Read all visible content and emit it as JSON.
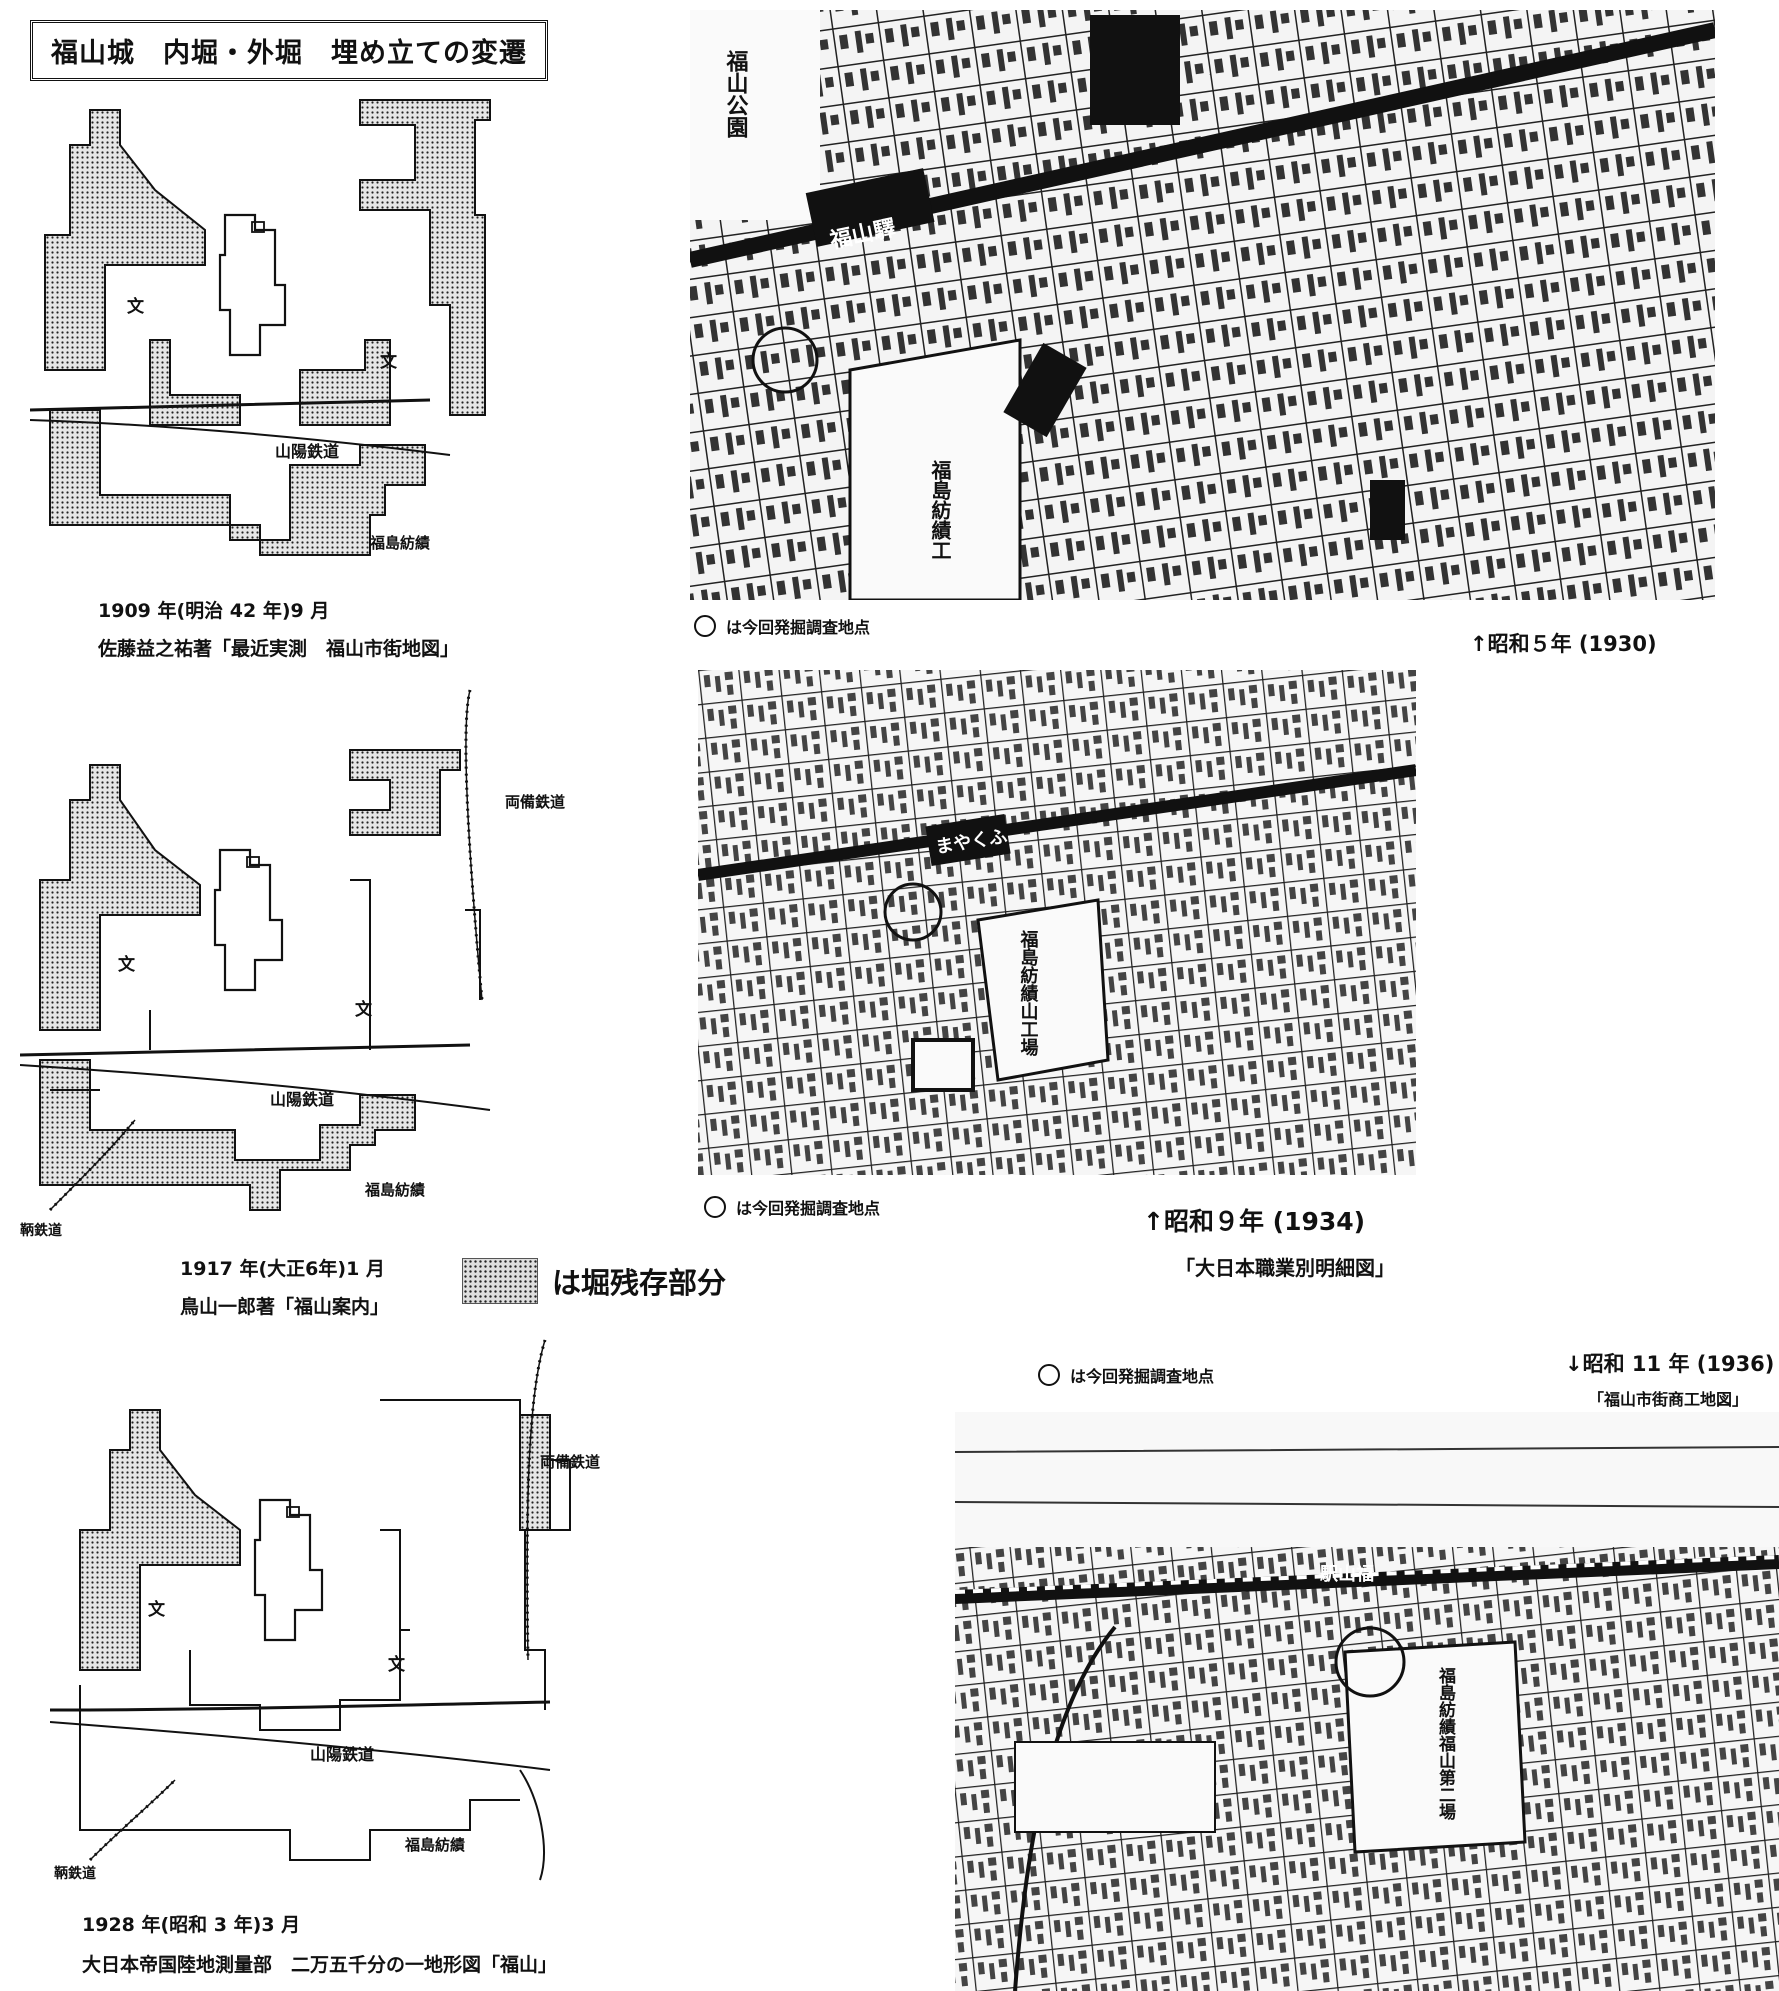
{
  "title": "福山城　内堀・外堀　埋め立ての変遷",
  "plans": [
    {
      "date": "1909 年(明治 42 年)9 月",
      "source": "佐藤益之祐著「最近実測　福山市街地図」",
      "labels": {
        "school_left": "文",
        "school_right": "文",
        "railway": "山陽鉄道",
        "factory": "福島紡績"
      }
    },
    {
      "date": "1917 年(大正6年)1 月",
      "source": "鳥山一郎著「福山案内」",
      "labels": {
        "school_left": "文",
        "school_right": "文",
        "railway": "山陽鉄道",
        "factory": "福島紡績",
        "ryobi": "両備鉄道",
        "tomo": "鞆鉄道"
      }
    },
    {
      "date": "1928 年(昭和 3 年)3 月",
      "source": "大日本帝国陸地測量部　二万五千分の一地形図「福山」",
      "labels": {
        "school_left": "文",
        "school_right": "文",
        "railway": "山陽鉄道",
        "factory": "福島紡績",
        "ryobi": "両備鉄道",
        "tomo": "鞆鉄道"
      }
    }
  ],
  "legend": {
    "text": "は堀残存部分"
  },
  "old_maps": [
    {
      "era": "↑昭和５年 (1930)",
      "note": "は今回発掘調査地点",
      "labels": {
        "park": "福山公園",
        "station": "福山驛",
        "factory": "福島紡績工"
      }
    },
    {
      "era": "↑昭和９年 (1934)",
      "source": "「大日本職業別明細図」",
      "note": "は今回発掘調査地点",
      "labels": {
        "station": "まやくふ",
        "factory": "福島紡績山工場"
      }
    },
    {
      "era": "↓昭和 11 年 (1936)",
      "source": "「福山市街商工地図」",
      "note": "は今回発掘調査地点",
      "labels": {
        "station": "駅山福",
        "factory": "福島紡績福山第二場"
      }
    }
  ]
}
